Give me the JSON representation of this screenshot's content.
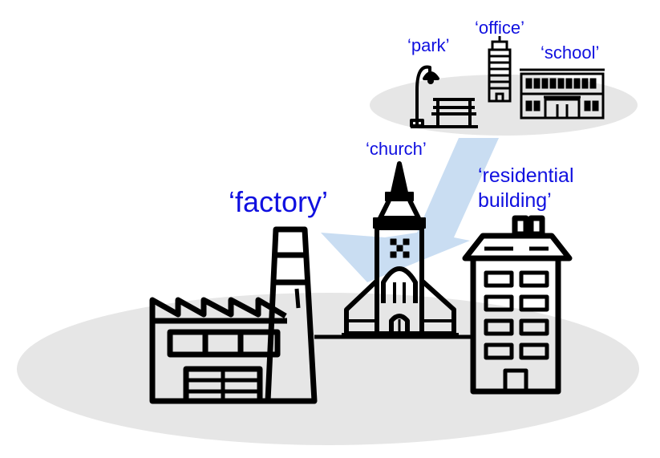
{
  "colors": {
    "label": "#1010e0",
    "ground": "#e6e6e6",
    "arrow": "#c9ddf2",
    "icon": "#000000"
  },
  "icons": {
    "park": "park-icon",
    "office": "office-tower-icon",
    "school": "school-icon",
    "church": "church-icon",
    "factory": "factory-icon",
    "residential": "residential-building-icon"
  },
  "labels": {
    "park": "‘park’",
    "office": "‘office’",
    "school": "‘school’",
    "church": "‘church’",
    "factory": "‘factory’",
    "residential_line1": "‘residential",
    "residential_line2": "building’"
  }
}
